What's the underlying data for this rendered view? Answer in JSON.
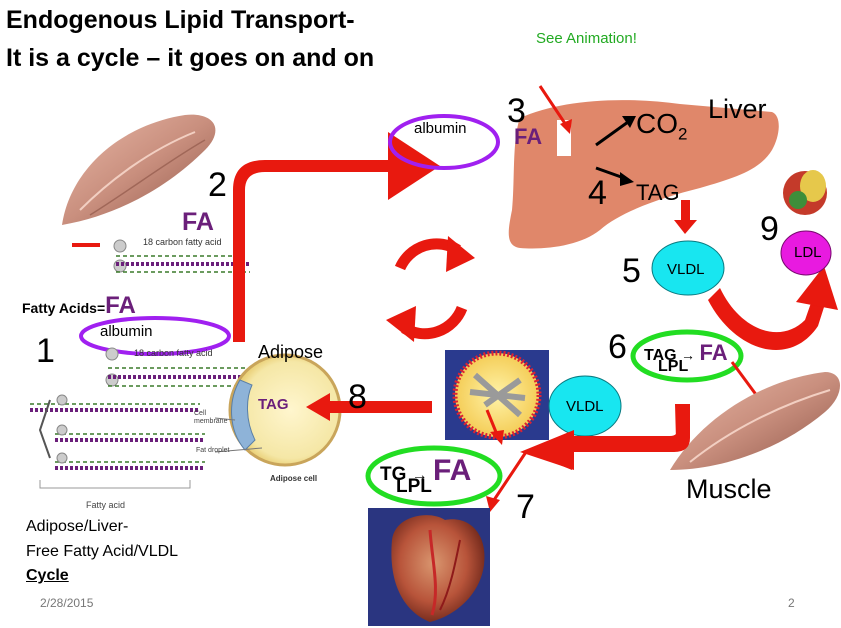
{
  "title": {
    "line1": "Endogenous Lipid Transport-",
    "line2": "It is a cycle – it goes on and on"
  },
  "see_animation": "See Animation!",
  "labels": {
    "liver": "Liver",
    "albumin_top": "albumin",
    "albumin_left": "albumin",
    "fa": "FA",
    "co2": "CO",
    "co2_sub": "2",
    "tag_liver": "TAG",
    "vldl": "VLDL",
    "vldl2": "VLDL",
    "ldl": "LDL",
    "tag_adipose": "TAG",
    "adipose": "Adipose",
    "muscle": "Muscle",
    "fatty_acids": "Fatty Acids=",
    "carbon_fatty_acid_1": "18 carbon fatty acid",
    "carbon_fatty_acid_2": "18 carbon fatty acid",
    "fatty_acid_caption": "Fatty acid",
    "cell_membrane": "Cell\nmembrane",
    "fat_droplet": "Fat droplet",
    "adipose_cell": "Adipose cell",
    "lpl_tag": "TAG",
    "lpl_arrow": "→",
    "lpl_fa": "FA",
    "lpl": "LPL",
    "tg": "TG",
    "lpl2": "LPL"
  },
  "step_numbers": [
    "1",
    "2",
    "3",
    "4",
    "5",
    "6",
    "7",
    "8",
    "9"
  ],
  "caption": {
    "line1": "Adipose/Liver-",
    "line2": "Free Fatty Acid/VLDL",
    "line3": "Cycle"
  },
  "footer": {
    "date": "2/28/2015",
    "page": "2"
  },
  "colors": {
    "red": "#E8190F",
    "purple": "#A020F0",
    "green": "#22DD22",
    "cyan": "#18E6F0",
    "magenta": "#E81AE0",
    "liver": "#E0876A"
  }
}
